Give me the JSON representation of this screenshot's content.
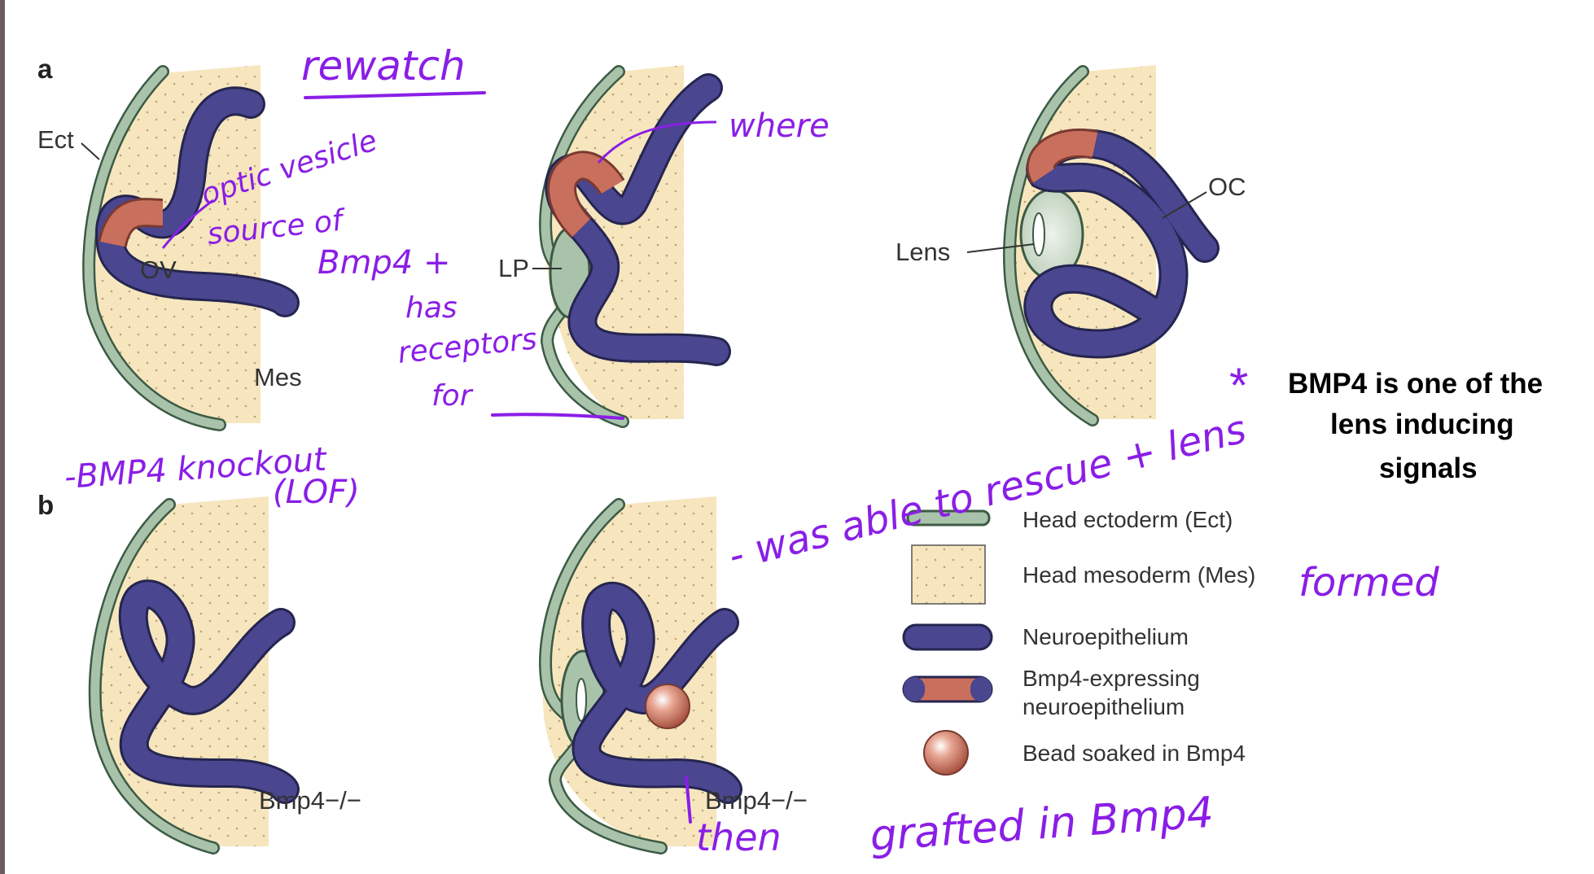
{
  "panels": {
    "a": "a",
    "b": "b"
  },
  "labels": {
    "ect": "Ect",
    "ov": "OV",
    "mes": "Mes",
    "lp": "LP",
    "lens": "Lens",
    "oc": "OC",
    "bmp4_ko_1": "Bmp4−/−",
    "bmp4_ko_2": "Bmp4−/−"
  },
  "legend": {
    "items": [
      {
        "id": "ectoderm",
        "label": "Head ectoderm (Ect)"
      },
      {
        "id": "mesoderm",
        "label": "Head mesoderm (Mes)"
      },
      {
        "id": "neuro",
        "label": "Neuroepithelium"
      },
      {
        "id": "bmp4-neuro",
        "label": "Bmp4-expressing",
        "label2": "neuroepithelium"
      },
      {
        "id": "bead",
        "label": "Bead soaked in Bmp4"
      }
    ]
  },
  "note": {
    "star": "*",
    "line1": "BMP4 is one of the",
    "line2": "lens inducing",
    "line3": "signals"
  },
  "handwriting": {
    "rewatch": "rewatch",
    "where": "where",
    "optic_vesicle": "optic vesicle",
    "source_of": "source of",
    "bmp4_and": "Bmp4 +",
    "has": "has",
    "receptors": "receptors",
    "for": "for",
    "knockout1": "-BMP4 knockout",
    "knockout2": "(LOF)",
    "rescue1": "- was able to rescue + lens",
    "rescue2": "formed",
    "then": "then",
    "grafted": "grafted in Bmp4"
  },
  "colors": {
    "ectoderm": "#a9c3ab",
    "ectoderm_stroke": "#3c5a44",
    "mesoderm": "#f7e6bd",
    "neuro": "#4a468f",
    "bmp4": "#c96f5d",
    "ink": "#8a1ee6"
  }
}
